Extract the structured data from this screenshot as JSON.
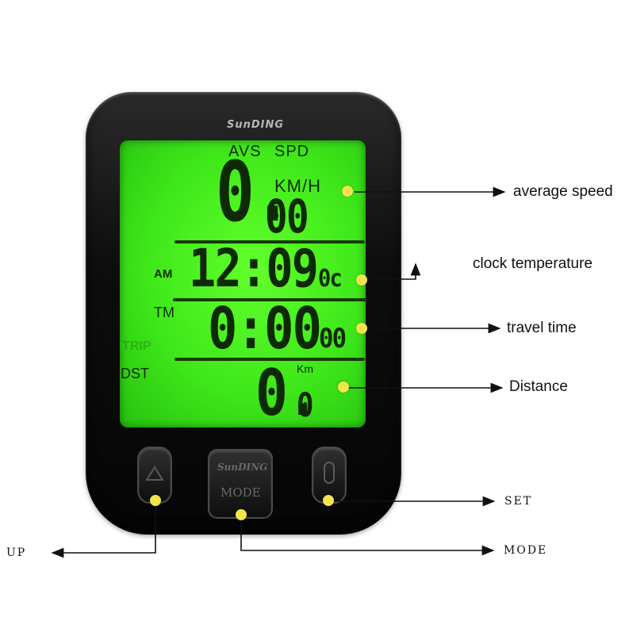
{
  "device": {
    "brand": "SunDING",
    "lcd": {
      "header_left": "AVS",
      "header_right": "SPD",
      "speed_unit": "KM/H",
      "speed_value_main": "0.",
      "speed_value_decimals": "00",
      "clock_prefix": "AM",
      "clock_value": "12:09",
      "clock_suffix": "0c",
      "time_prefix": "TM",
      "time_value": "0:00",
      "time_seconds": "00",
      "ghost_label": "TRIP",
      "distance_prefix": "DST",
      "distance_unit": "Km",
      "distance_value_main": "0.",
      "distance_value_decimal": "0"
    },
    "buttons": {
      "mode_brand": "SunDING",
      "mode_label": "MODE"
    }
  },
  "callouts": {
    "average_speed": "average speed",
    "clock_temperature": "clock  temperature",
    "travel_time": "travel time",
    "distance": "Distance",
    "set": "SET",
    "mode": "MODE",
    "up": "UP"
  },
  "colors": {
    "lcd_green": "#3fe81a",
    "dot_yellow": "#f3e44a",
    "device_black": "#0d0d0d"
  }
}
